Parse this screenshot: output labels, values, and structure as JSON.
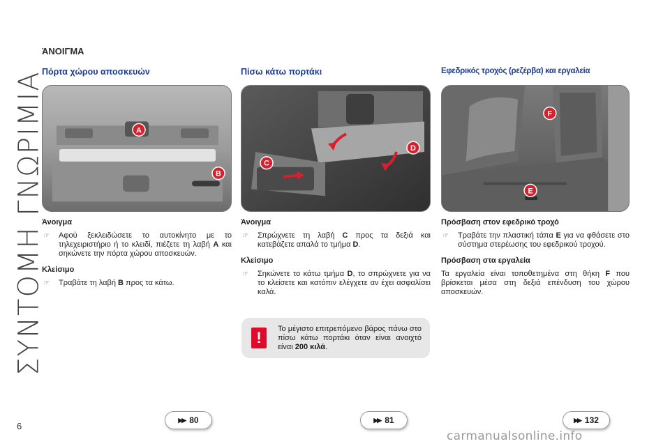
{
  "side_title": "ΣΥΝΤΟΜΗ ΓΝΩΡΙΜΙΑ",
  "page_number": "6",
  "section_title": "ΆΝΟΙΓΜΑ",
  "columns": [
    {
      "title": "Πόρτα χώρου αποσκευών",
      "labels": [
        "A",
        "B"
      ],
      "blocks": [
        {
          "heading": "Άνοιγμα",
          "items": [
            {
              "a": "Αφού ξεκλειδώσετε το αυτοκίνητο με το τηλεχειριστήριο ή το κλειδί, πιέζετε τη λαβή ",
              "b": "A",
              "c": " και σηκώνετε την πόρτα χώρου αποσκευών."
            }
          ]
        },
        {
          "heading": "Κλείσιμο",
          "items": [
            {
              "a": "Τραβάτε τη λαβή ",
              "b": "B",
              "c": " προς τα κάτω."
            }
          ]
        }
      ]
    },
    {
      "title": "Πίσω κάτω πορτάκι",
      "labels": [
        "C",
        "D"
      ],
      "blocks": [
        {
          "heading": "Άνοιγμα",
          "items": [
            {
              "a": "Σπρώχνετε τη λαβή ",
              "b": "C",
              "c": " προς τα δεξιά και κατεβάζετε απαλά το τμήμα ",
              "d": "D",
              "e": "."
            }
          ]
        },
        {
          "heading": "Κλείσιμο",
          "items": [
            {
              "a": "Σηκώνετε το κάτω τμήμα ",
              "b": "D",
              "c": ", το σπρώχνετε για να το κλείσετε και κατόπιν ελέγχετε αν έχει ασφαλίσει καλά."
            }
          ]
        }
      ]
    },
    {
      "title": "Εφεδρικός τροχός (ρεζέρβα) και εργαλεία",
      "labels": [
        "F",
        "E"
      ],
      "blocks": [
        {
          "heading": "Πρόσβαση στον εφεδρικό τροχό",
          "items": [
            {
              "a": "Τραβάτε την πλαστική τάπα ",
              "b": "E",
              "c": " για να φθάσετε στο σύστημα στερέωσης του εφεδρικού τροχού."
            }
          ]
        },
        {
          "heading": "Πρόσβαση στα εργαλεία",
          "para": {
            "a": "Τα εργαλεία είναι τοποθετημένα στη θήκη ",
            "b": "F",
            "c": " που βρίσκεται μέσα στη δεξιά επένδυση του χώρου αποσκευών."
          }
        }
      ]
    }
  ],
  "warning": {
    "icon": "!",
    "text_a": "Το μέγιστο επιτρεπόμενο βάρος πάνω στο πίσω κάτω πορτάκι όταν είναι ανοιχτό είναι ",
    "text_b": "200 κιλά",
    "text_c": "."
  },
  "page_refs": [
    "80",
    "81",
    "132"
  ],
  "watermark": "carmanualsonline.info",
  "colors": {
    "heading_blue": "#1f3c88",
    "label_red": "#d4212d",
    "warning_red": "#e00b2a"
  }
}
